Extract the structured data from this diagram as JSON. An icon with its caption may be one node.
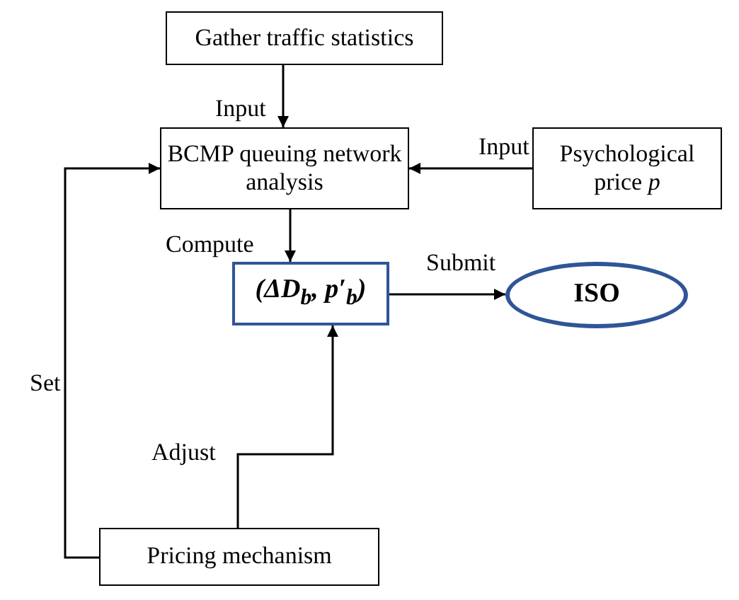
{
  "diagram": {
    "nodes": [
      {
        "text": [
          "Gather traffic statistics"
        ]
      },
      {
        "text": [
          "BCMP queuing network analysis"
        ]
      },
      {
        "text": [
          "Psychological price *p*"
        ]
      },
      {
        "text": [
          "(ΔD$_{b}$, p′$_{b}$)"
        ]
      },
      {
        "text": [
          "ISO"
        ]
      },
      {
        "text": [
          "Pricing mechanism"
        ]
      }
    ],
    "edges": [
      {
        "from": 0,
        "to": 1,
        "arrow": "to",
        "label": "Input"
      },
      {
        "from": 2,
        "to": 1,
        "arrow": "to",
        "label": "Input"
      },
      {
        "from": 1,
        "to": 3,
        "arrow": "to",
        "label": "Compute"
      },
      {
        "from": 3,
        "to": 4,
        "arrow": "to",
        "label": "Submit"
      },
      {
        "from": 5,
        "to": 3,
        "arrow": "to",
        "label": "Adjust"
      },
      {
        "from": 5,
        "to": 1,
        "arrow": "to",
        "label": "Set"
      }
    ]
  }
}
